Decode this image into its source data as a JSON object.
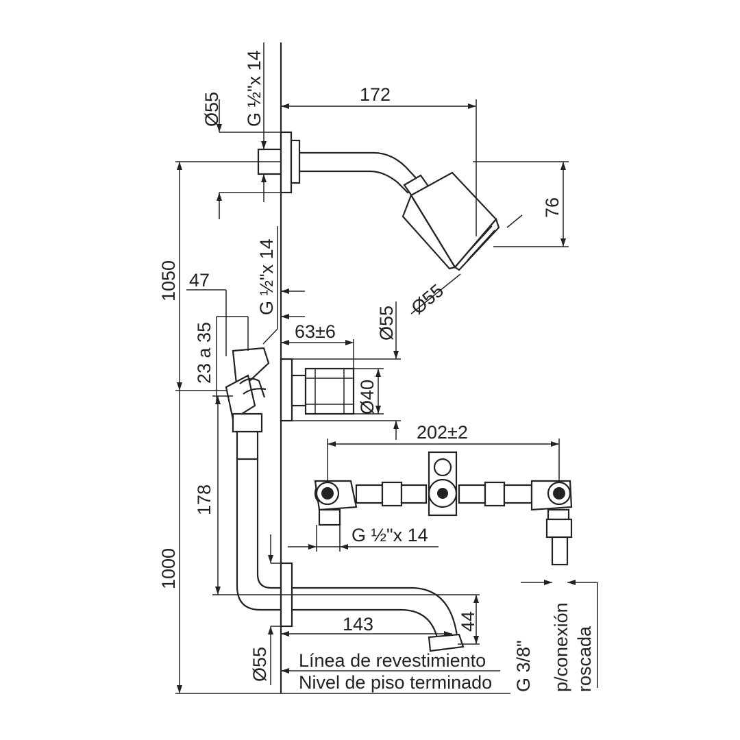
{
  "dimensions": {
    "shower_pipe_thread": "G ½\"x 14",
    "shower_flange_dia": "Ø55",
    "shower_arm_length": "172",
    "shower_head_height": "76",
    "shower_head_dia": "Ø55",
    "total_height_shower": "1050",
    "valve_offset": "47",
    "valve_depth_range": "23 a 35",
    "valve_thread": "G ½\"x 14",
    "handle_flange_dia": "Ø55",
    "handle_projection": "63±6",
    "handle_dia": "Ø40",
    "valve_to_spout": "178",
    "spout_height": "1000",
    "spout_length": "143",
    "spout_drop": "44",
    "spout_flange_dia": "Ø55",
    "inlet_spacing": "202±2",
    "inlet_thread": "G ½\"x 14",
    "outlet_connection": [
      "G 3/8\"",
      "p/conexión",
      "roscada"
    ]
  },
  "legend": {
    "wall_line": "Línea de revestimiento",
    "floor_line": "Nivel de piso terminado"
  }
}
